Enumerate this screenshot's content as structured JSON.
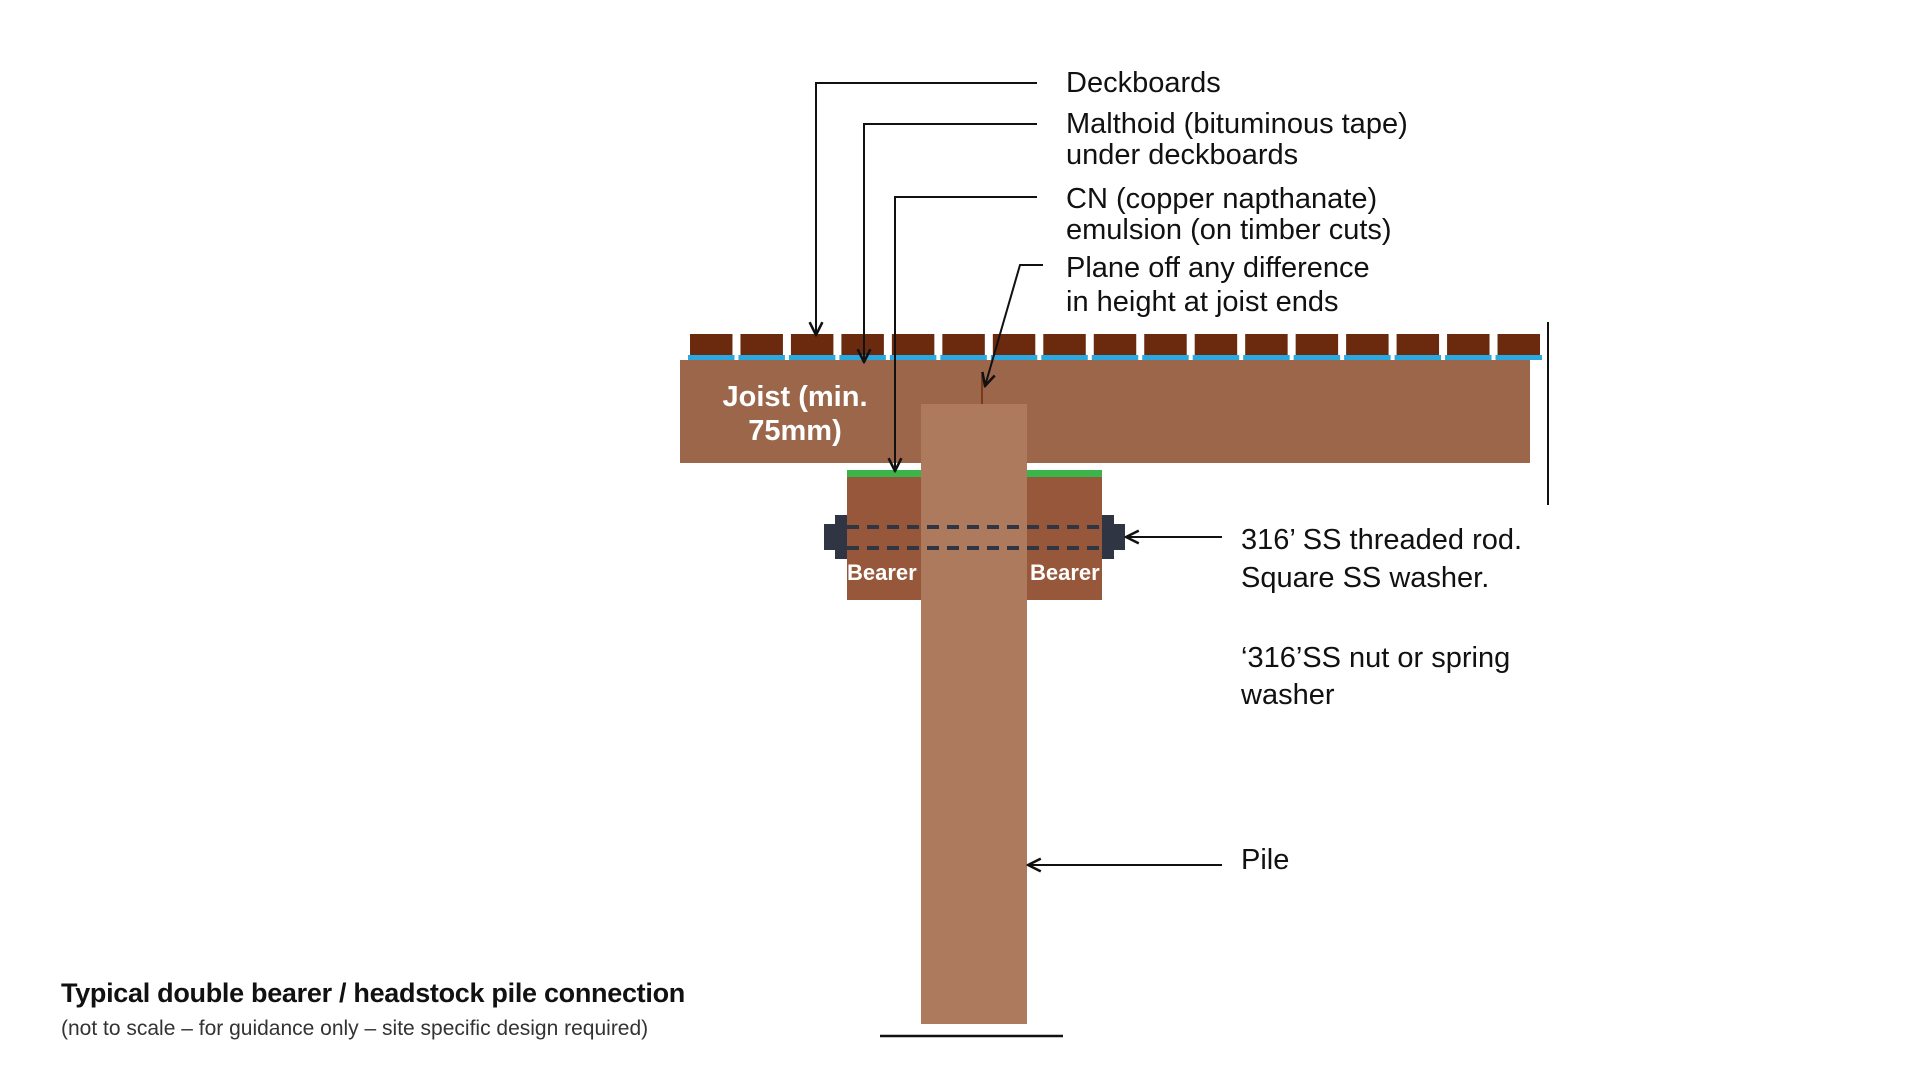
{
  "diagram": {
    "title": "Typical double bearer / headstock pile connection",
    "subtitle": "(not to scale – for guidance only – site specific design required)",
    "components": {
      "joist": {
        "label_line1": "Joist (min.",
        "label_line2": "75mm)"
      },
      "bearer_left": {
        "label": "Bearer"
      },
      "bearer_right": {
        "label": "Bearer"
      },
      "pile": {
        "label": "Pile"
      }
    },
    "callouts": [
      {
        "id": "deckboards",
        "lines": [
          "Deckboards"
        ]
      },
      {
        "id": "malthoid",
        "lines": [
          "Malthoid (bituminous tape)",
          "under deckboards"
        ]
      },
      {
        "id": "cn-emulsion",
        "lines": [
          "CN (copper napthanate)",
          "emulsion (on timber cuts)"
        ]
      },
      {
        "id": "plane-off",
        "lines": [
          "Plane off any difference",
          "in height at joist ends"
        ]
      },
      {
        "id": "threaded-rod",
        "lines": [
          "316’ SS threaded rod.",
          "Square SS washer."
        ]
      },
      {
        "id": "nut",
        "lines": [
          "‘316’SS nut or spring",
          "washer"
        ]
      },
      {
        "id": "pile",
        "lines": [
          "Pile"
        ]
      }
    ],
    "deckboard_count": 17,
    "colors": {
      "deckboard": "#6b2a0e",
      "malthoid_tape": "#29a9e0",
      "joist": "#9c664a",
      "bearer": "#97573a",
      "pile": "#ad7a5e",
      "cn_emulsion": "#3bb54a",
      "hardware": "#2f3542",
      "line": "#111111"
    }
  }
}
